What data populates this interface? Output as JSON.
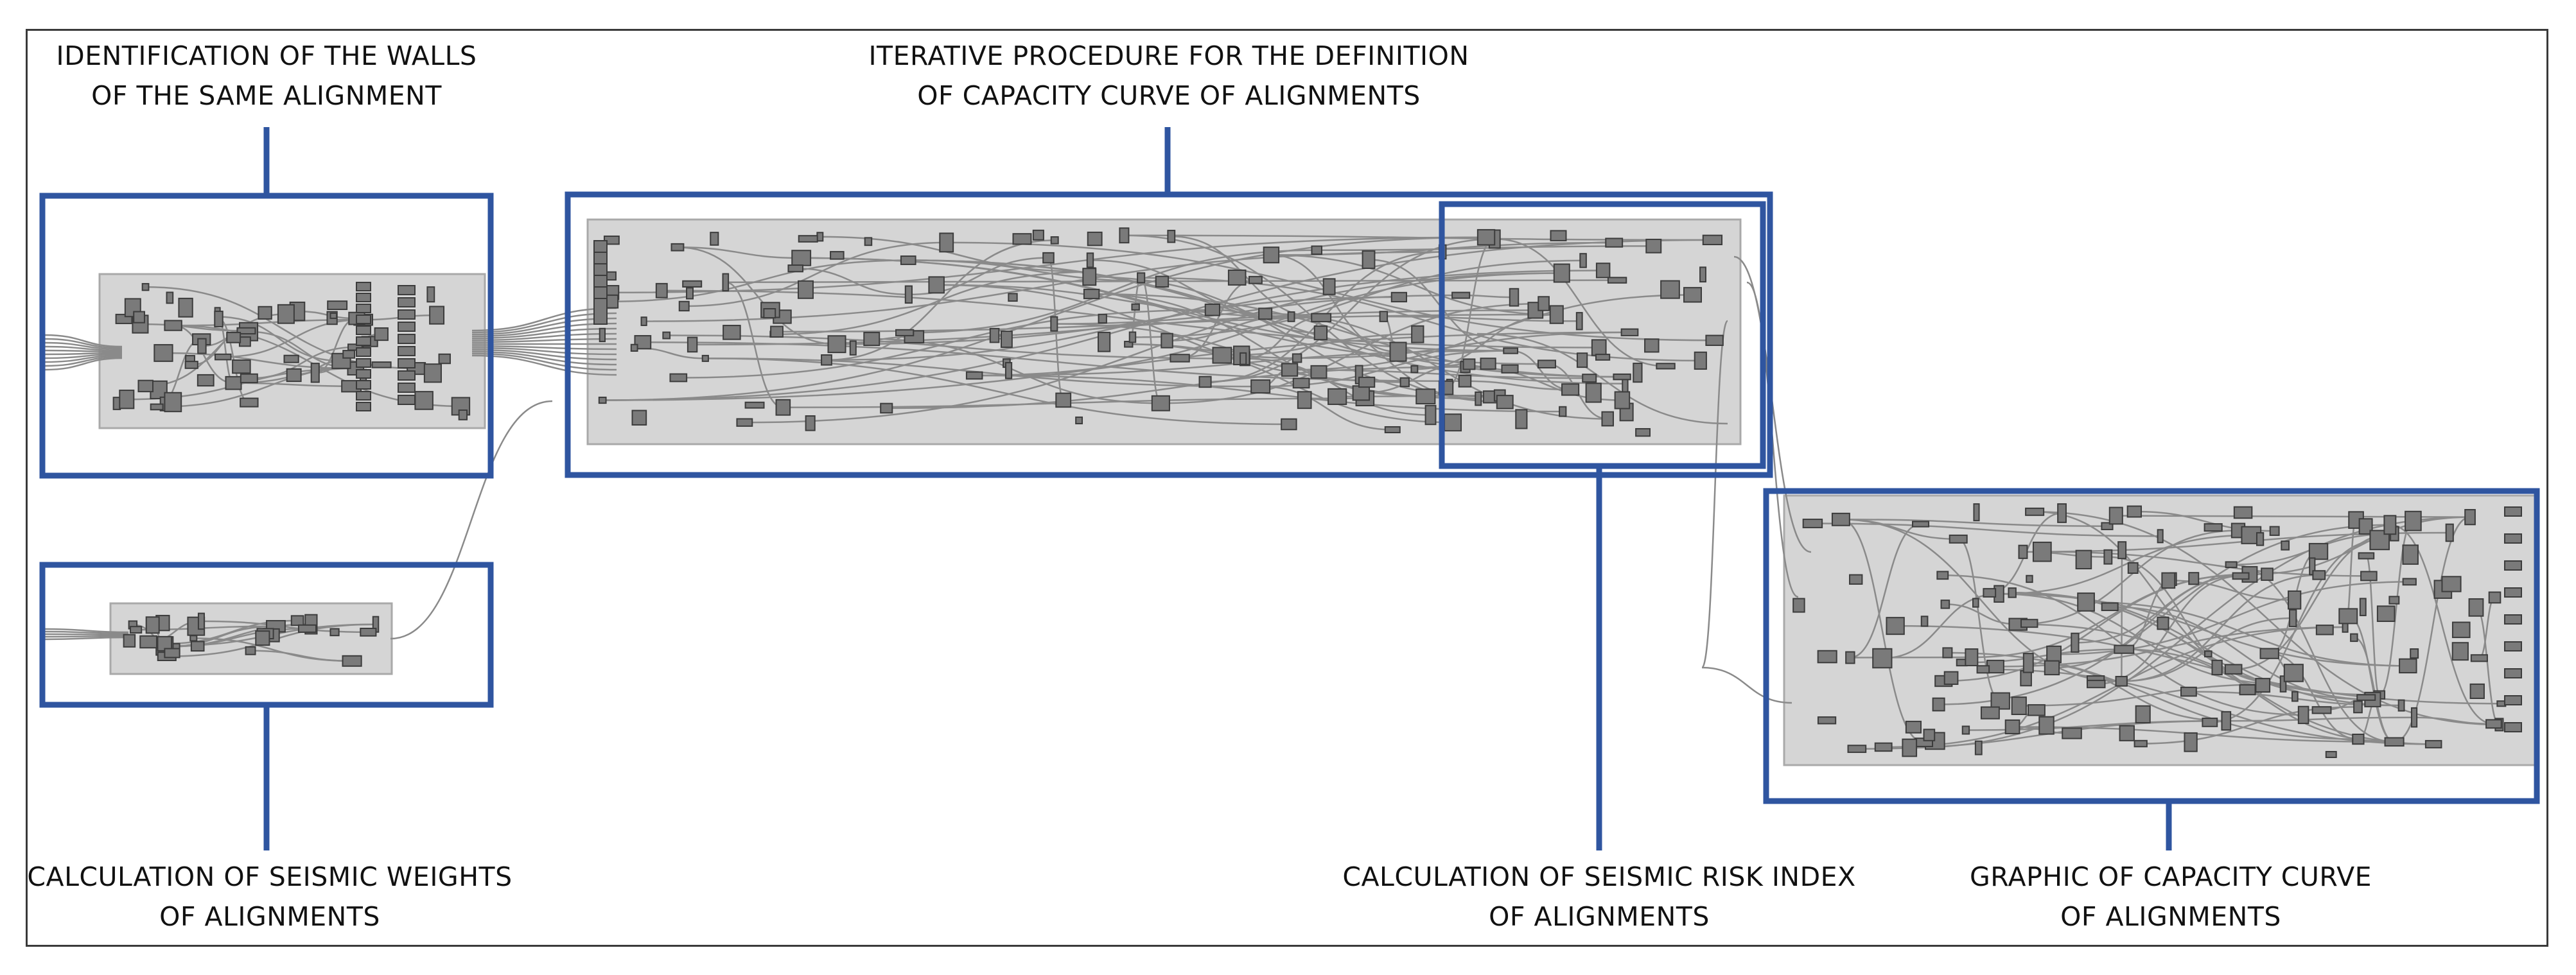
{
  "diagram": {
    "accent_color": "#2f55a0",
    "panel_color": "#d5d5d5",
    "wire_color": "#8a8a8a",
    "node_color": "#7a7a7a",
    "labels": {
      "walls_identification": {
        "line1": "IDENTIFICATION OF THE WALLS",
        "line2": "OF THE SAME ALIGNMENT"
      },
      "iterative_procedure": {
        "line1": "ITERATIVE PROCEDURE FOR THE DEFINITION",
        "line2": "OF CAPACITY CURVE OF ALIGNMENTS"
      },
      "seismic_weights": {
        "line1": "CALCULATION OF SEISMIC WEIGHTS",
        "line2": "OF ALIGNMENTS"
      },
      "seismic_risk_index": {
        "line1": "CALCULATION OF SEISMIC RISK INDEX",
        "line2": "OF ALIGNMENTS"
      },
      "capacity_curve_graphic": {
        "line1": "GRAPHIC OF CAPACITY CURVE",
        "line2": "OF ALIGNMENTS"
      }
    }
  }
}
